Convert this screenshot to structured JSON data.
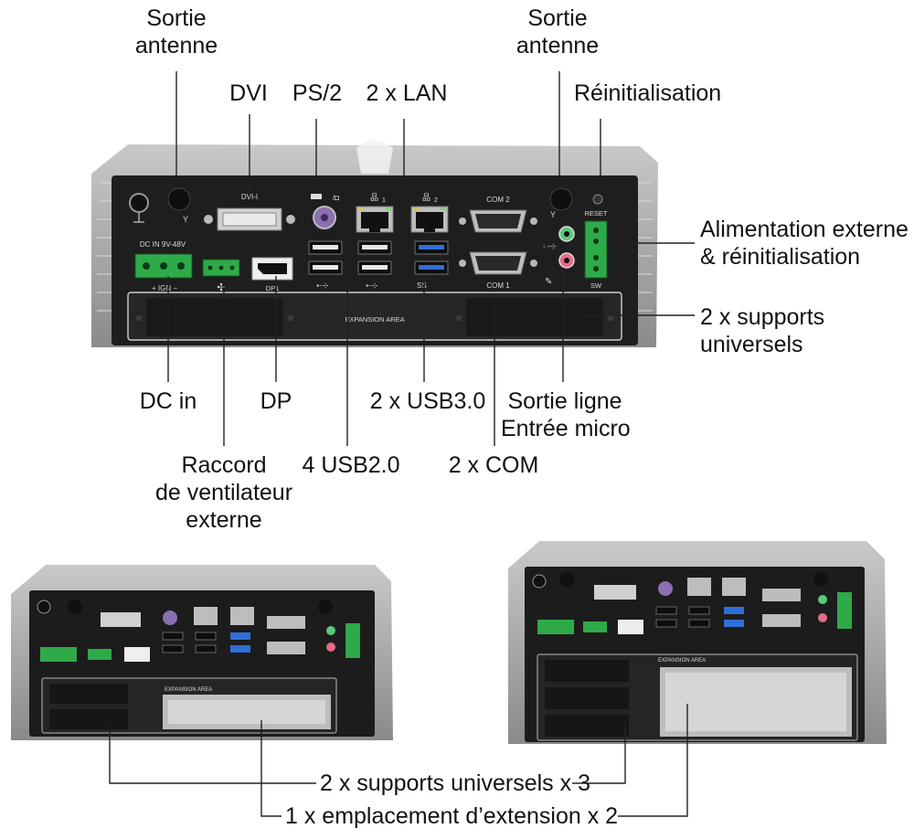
{
  "labels": {
    "antenna_left": [
      "Sortie",
      "antenne"
    ],
    "dvi": "DVI",
    "ps2": "PS/2",
    "lan": "2 x LAN",
    "antenna_right": [
      "Sortie",
      "antenne"
    ],
    "reset": "Réinitialisation",
    "power_ext": [
      "Alimentation externe",
      "& réinitialisation"
    ],
    "supports": [
      "2 x supports",
      "universels"
    ],
    "dc_in": "DC in",
    "dp": "DP",
    "usb3": "2 x USB3.0",
    "audio": [
      "Sortie ligne",
      "Entrée micro"
    ],
    "fan": [
      "Raccord",
      "de ventilateur",
      "externe"
    ],
    "usb2": "4 USB2.0",
    "com": "2 x  COM",
    "supports_x3": "2 x supports universels x 3",
    "expansion_x2": "1 x emplacement d’extension x 2"
  },
  "device_print": {
    "dvi": "DVI-I",
    "lan1": "1",
    "lan2": "2",
    "com2": "COM 2",
    "com1": "COM 1",
    "reset": "RESET",
    "sw": "SW",
    "dc": "DC IN 9V-48V",
    "ign": "+ IGN −",
    "dp": "DP1",
    "ss": "SS",
    "expansion": "EXPANSION AREA"
  },
  "colors": {
    "panel": "#1e1e1e",
    "chassis": "#a9a9a9",
    "terminal_green": "#2faa48",
    "usb3_blue": "#2f6fd6",
    "audio_green": "#5cc87a",
    "audio_pink": "#e56a86",
    "ps2_purple": "#8b6fb0",
    "leader": "#222222"
  },
  "icons": [
    "ground-icon",
    "antenna-icon",
    "usb-icon",
    "fan-icon",
    "network-icon",
    "microphone-icon",
    "headphone-icon"
  ]
}
